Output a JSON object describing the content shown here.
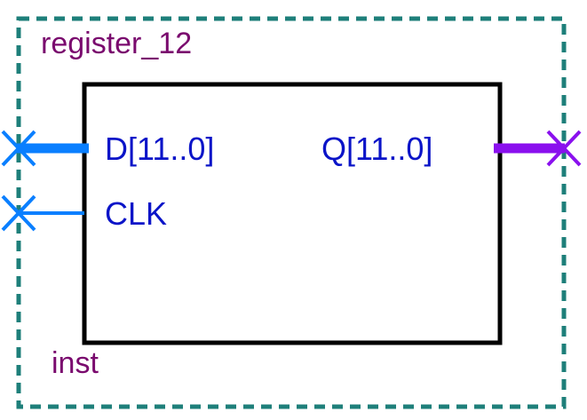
{
  "symbol": {
    "instance_name": "register_12",
    "instance_label": "inst",
    "ports": {
      "input_bus": "D[11..0]",
      "clock": "CLK",
      "output_bus": "Q[11..0]"
    }
  },
  "colors": {
    "instance_border": "#1e7f7a",
    "block_border": "#000000",
    "instance_text": "#7a0a6e",
    "port_text": "#0a14c8",
    "input_wire": "#0a7fff",
    "output_wire": "#8a10ee"
  }
}
